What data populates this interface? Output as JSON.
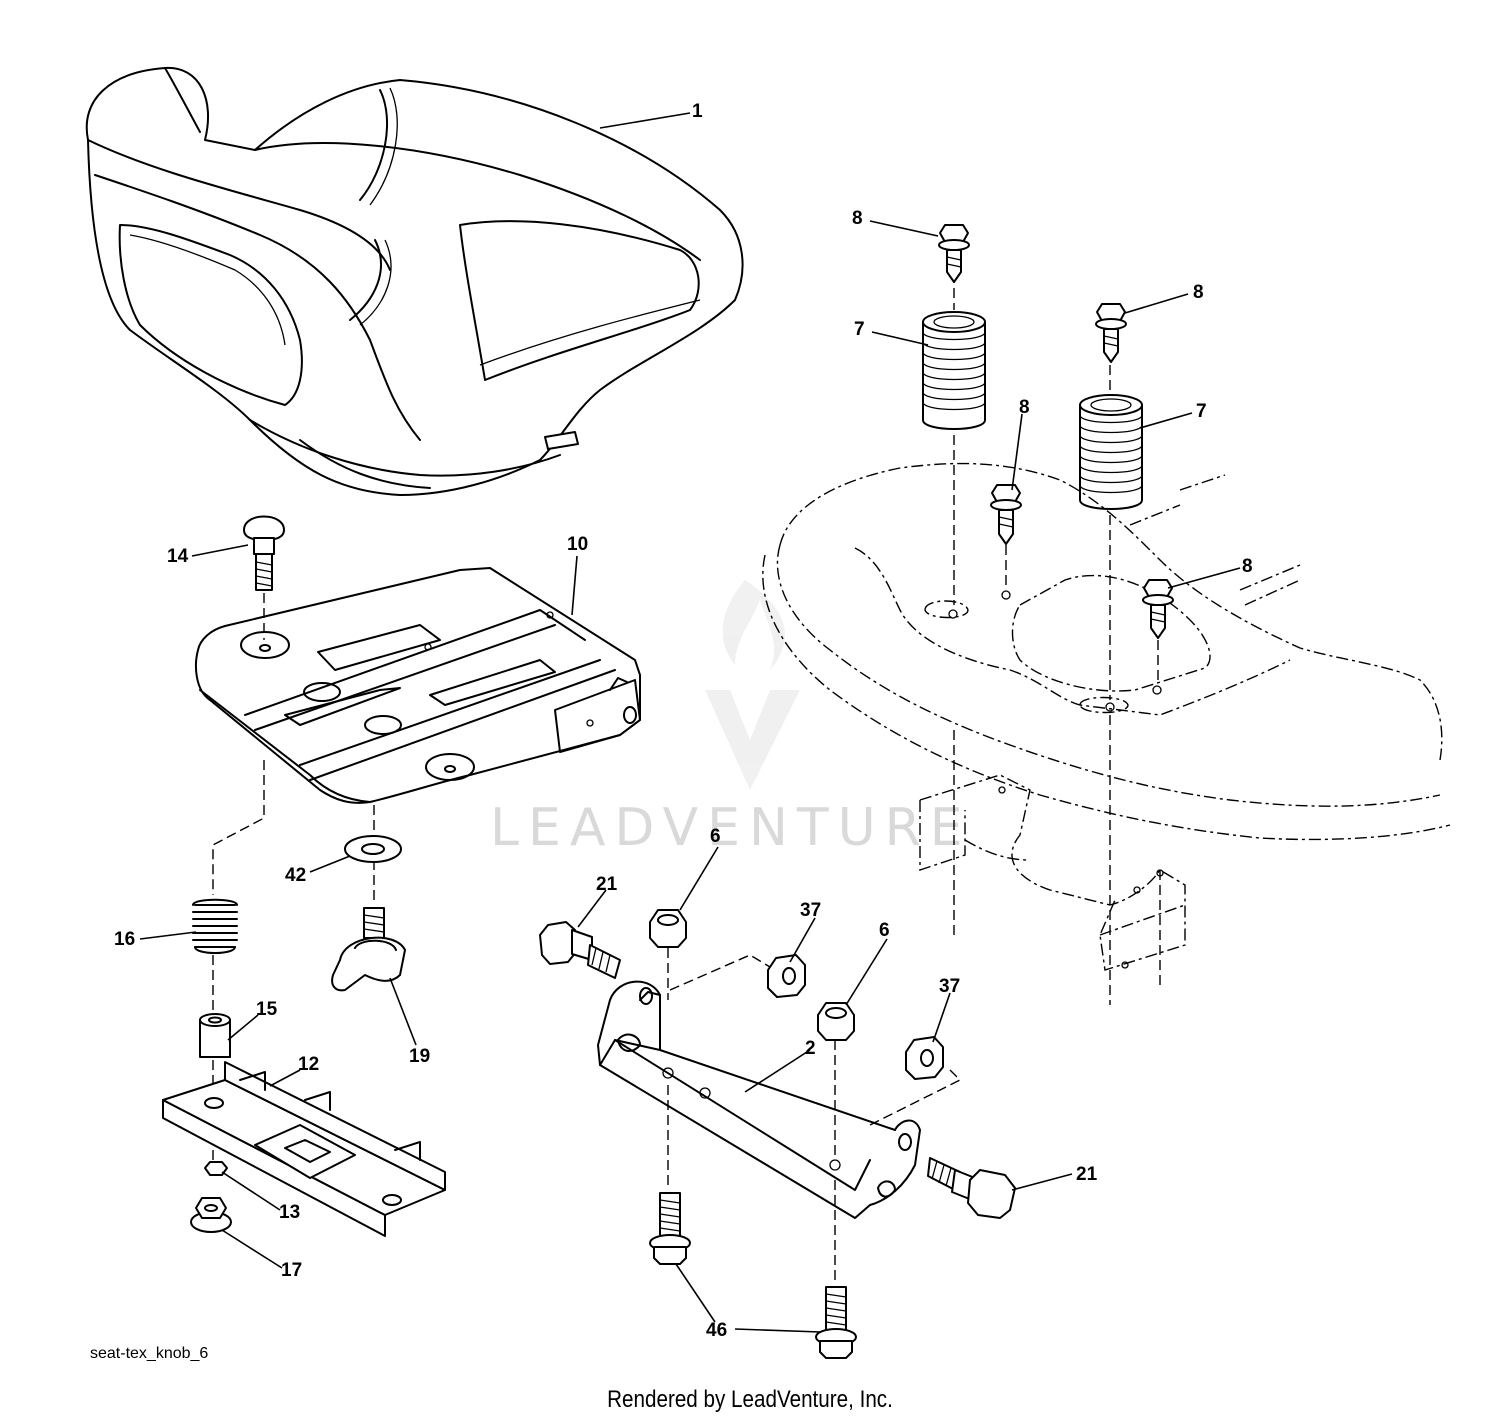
{
  "callouts": {
    "c1": "1",
    "c2": "2",
    "c6a": "6",
    "c6b": "6",
    "c7a": "7",
    "c7b": "7",
    "c8a": "8",
    "c8b": "8",
    "c8c": "8",
    "c8d": "8",
    "c10": "10",
    "c12": "12",
    "c13": "13",
    "c14": "14",
    "c15": "15",
    "c16": "16",
    "c17": "17",
    "c19": "19",
    "c21a": "21",
    "c21b": "21",
    "c37a": "37",
    "c37b": "37",
    "c42": "42",
    "c46": "46"
  },
  "watermark": "LEADVENTURE",
  "diagram_code": "seat-tex_knob_6",
  "footer": "Rendered by LeadVenture, Inc."
}
